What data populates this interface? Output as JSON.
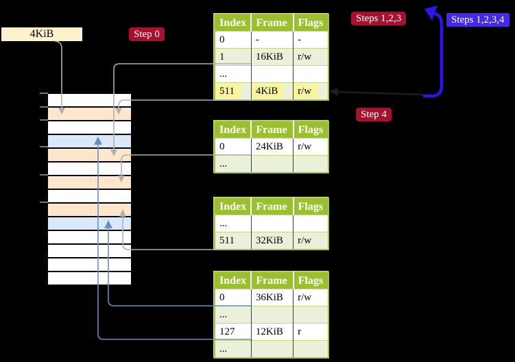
{
  "labels": {
    "frame_size_box": "4KiB",
    "step0": "Step 0",
    "steps123": "Steps 1,2,3",
    "step4": "Step 4",
    "steps1234": "Steps 1,2,3,4"
  },
  "tables": [
    {
      "name": "level-4-page-table",
      "headers": [
        "Index",
        "Frame",
        "Flags"
      ],
      "rows": [
        {
          "cells": [
            "0",
            "-",
            "-"
          ]
        },
        {
          "cells": [
            "1",
            "16KiB",
            "r/w"
          ]
        },
        {
          "cells": [
            "...",
            "",
            ""
          ]
        },
        {
          "cells": [
            "511",
            "4KiB",
            "r/w"
          ],
          "highlighted": true
        }
      ]
    },
    {
      "name": "level-3-page-table",
      "headers": [
        "Index",
        "Frame",
        "Flags"
      ],
      "rows": [
        {
          "cells": [
            "0",
            "24KiB",
            "r/w"
          ]
        },
        {
          "cells": [
            "...",
            "",
            ""
          ]
        }
      ]
    },
    {
      "name": "level-2-page-table",
      "headers": [
        "Index",
        "Frame",
        "Flags"
      ],
      "rows": [
        {
          "cells": [
            "...",
            "",
            ""
          ]
        },
        {
          "cells": [
            "511",
            "32KiB",
            "r/w"
          ]
        }
      ]
    },
    {
      "name": "level-1-page-table",
      "headers": [
        "Index",
        "Frame",
        "Flags"
      ],
      "rows": [
        {
          "cells": [
            "0",
            "36KiB",
            "r/w"
          ]
        },
        {
          "cells": [
            "...",
            "",
            ""
          ]
        },
        {
          "cells": [
            "127",
            "12KiB",
            "r"
          ]
        },
        {
          "cells": [
            "...",
            "",
            ""
          ]
        }
      ]
    }
  ],
  "memory": {
    "rows": [
      "free",
      "table",
      "free",
      "page",
      "table",
      "free",
      "table",
      "free",
      "table",
      "page",
      "free",
      "free",
      "free",
      "free"
    ]
  },
  "colors": {
    "table_header_green": "#9AC032",
    "table_row_green": "#EAF0D9",
    "highlight_yellow": "#FAF49B",
    "memory_table_frame_orange": "#FFE6CC",
    "memory_mapped_page_blue": "#DAE8FC",
    "step_badge_red": "#A5112E",
    "steps_badge_blue": "#4629E4",
    "loop_arrow_blue": "#2A17E4",
    "connector_gray": "#B0B0B0",
    "connector_blue": "#6C8EBF",
    "frame_size_box_cream": "#FFF2CC"
  }
}
